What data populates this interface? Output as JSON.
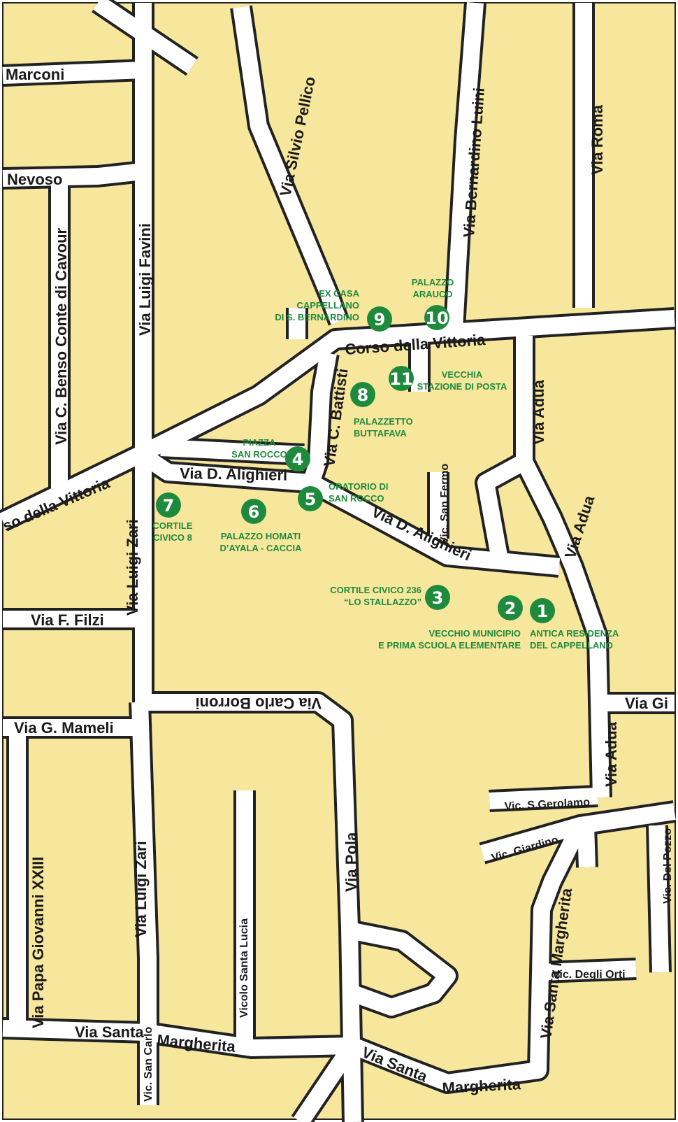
{
  "colors": {
    "land": "#f7e79d",
    "road": "#ffffff",
    "road_border": "#222222",
    "marker": "#1e8a3d",
    "poi_text": "#1e8a3d",
    "street_text": "#1a1a1a"
  },
  "streets": {
    "marconi": "Marconi",
    "nevoso": "Nevoso",
    "silvio_pellico": "Via Silvio Pellico",
    "bernardino_luini": "Via Bernardino Luini",
    "roma": "Via Roma",
    "cavour": "Via C. Benso Conte di Cavour",
    "favini": "Via Luigi Favini",
    "corso_vittoria_top": "Corso della Vittoria",
    "corso_vittoria_left": "so della Vittoria",
    "battisti": "Via C. Battisti",
    "adua_top": "Via Adua",
    "adua_mid": "Via Adua",
    "adua_low": "Via Adua",
    "alighieri_1": "Via D. Alighieri",
    "alighieri_2": "Via D. Alighieri",
    "san_fermo": "Vic. San Fermo",
    "zari_top": "Via Luigi Zari",
    "zari_low": "Via Luigi Zari",
    "filzi": "Via F. Filzi",
    "borroni": "Via Carlo Borroni",
    "gi": "Via Gi",
    "mameli": "Via G. Mameli",
    "papa_giovanni": "Via Papa Giovanni XXIII",
    "santa_lucia": "Vicolo Santa Lucia",
    "pola": "Via Pola",
    "s_gerolamo": "Vic. S.Gerolamo",
    "giardino": "Vic. Giardino",
    "del_pozzo": "Vic. Del Pozzo",
    "santa_margherita_vert": "Via Santa Margherita",
    "santa_margherita_left_1": "Via Santa",
    "santa_margherita_left_2": "Margherita",
    "santa_margherita_low_1": "Via Santa",
    "santa_margherita_low_2": "Margherita",
    "degli_orti": "Vic. Degli Orti",
    "san_carlo": "Vic. San Carlo"
  },
  "markers": [
    {
      "number": "1"
    },
    {
      "number": "2"
    },
    {
      "number": "3"
    },
    {
      "number": "4"
    },
    {
      "number": "5"
    },
    {
      "number": "6"
    },
    {
      "number": "7"
    },
    {
      "number": "8"
    },
    {
      "number": "9"
    },
    {
      "number": "10"
    },
    {
      "number": "11"
    }
  ],
  "pois": {
    "p1": [
      "ANTICA RESIDENZA",
      "DEL CAPPELLANO"
    ],
    "p2": [
      "VECCHIO MUNICIPIO",
      "E PRIMA SCUOLA ELEMENTARE"
    ],
    "p3": [
      "CORTILE CIVICO 236",
      "“LO STALLAZZO”"
    ],
    "p4": [
      "PIAZZA",
      "SAN ROCCO"
    ],
    "p5": [
      "ORATORIO DI",
      "SAN ROCCO"
    ],
    "p6": [
      "PALAZZO HOMATI",
      "D’AYALA - CACCIA"
    ],
    "p7": [
      "CORTILE",
      "CIVICO 8"
    ],
    "p8": [
      "PALAZZETTO",
      "BUTTAFAVA"
    ],
    "p9": [
      "EX CASA",
      "CAPPELLANO",
      "DI S. BERNARDINO"
    ],
    "p10": [
      "PALAZZO",
      "ARAUCO"
    ],
    "p11": [
      "VECCHIA",
      "STAZIONE DI POSTA"
    ]
  }
}
